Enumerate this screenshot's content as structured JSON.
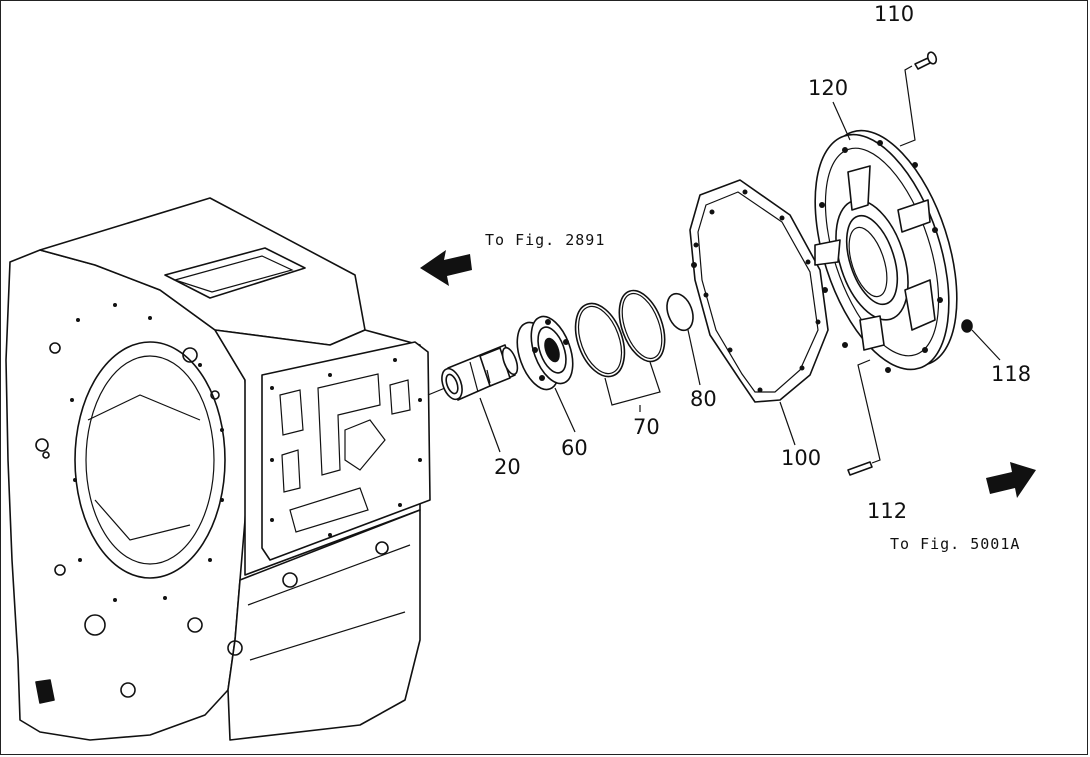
{
  "labels": {
    "p20": "20",
    "p60": "60",
    "p70": "70",
    "p80": "80",
    "p100": "100",
    "p110": "110",
    "p112": "112",
    "p118": "118",
    "p120": "120"
  },
  "references": {
    "fig_2891": "To Fig. 2891",
    "fig_5001a": "To Fig. 5001A"
  },
  "colors": {
    "line": "#111111",
    "background": "#ffffff"
  }
}
